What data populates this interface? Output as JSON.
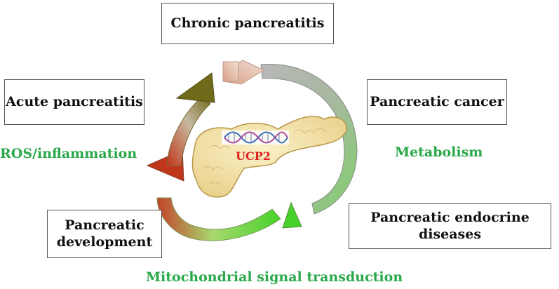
{
  "boxes": {
    "chronic": "Chronic pancreatitis",
    "acute": "Acute pancreatitis",
    "cancer": "Pancreatic cancer",
    "endocrine": "Pancreatic endocrine diseases",
    "development_line1": "Pancreatic",
    "development_line2": "development"
  },
  "labels": {
    "ros": "ROS/inflammation",
    "metabolism": "Metabolism",
    "mito": "Mitochondrial signal transduction"
  },
  "center": {
    "gene": "UCP2"
  },
  "icons": [
    "pancreas-illustration-icon",
    "dna-helix-icon",
    "cycle-arrows-icon"
  ],
  "colors": {
    "label_green": "#2aa84a",
    "gene_red": "#e02020",
    "arrow_red": "#c0361a",
    "arrow_olive": "#6e6a1a",
    "arrow_green": "#4cd42c",
    "arrow_gray": "#a9a9a9",
    "pancreas_fill": "#f3e6b4"
  }
}
